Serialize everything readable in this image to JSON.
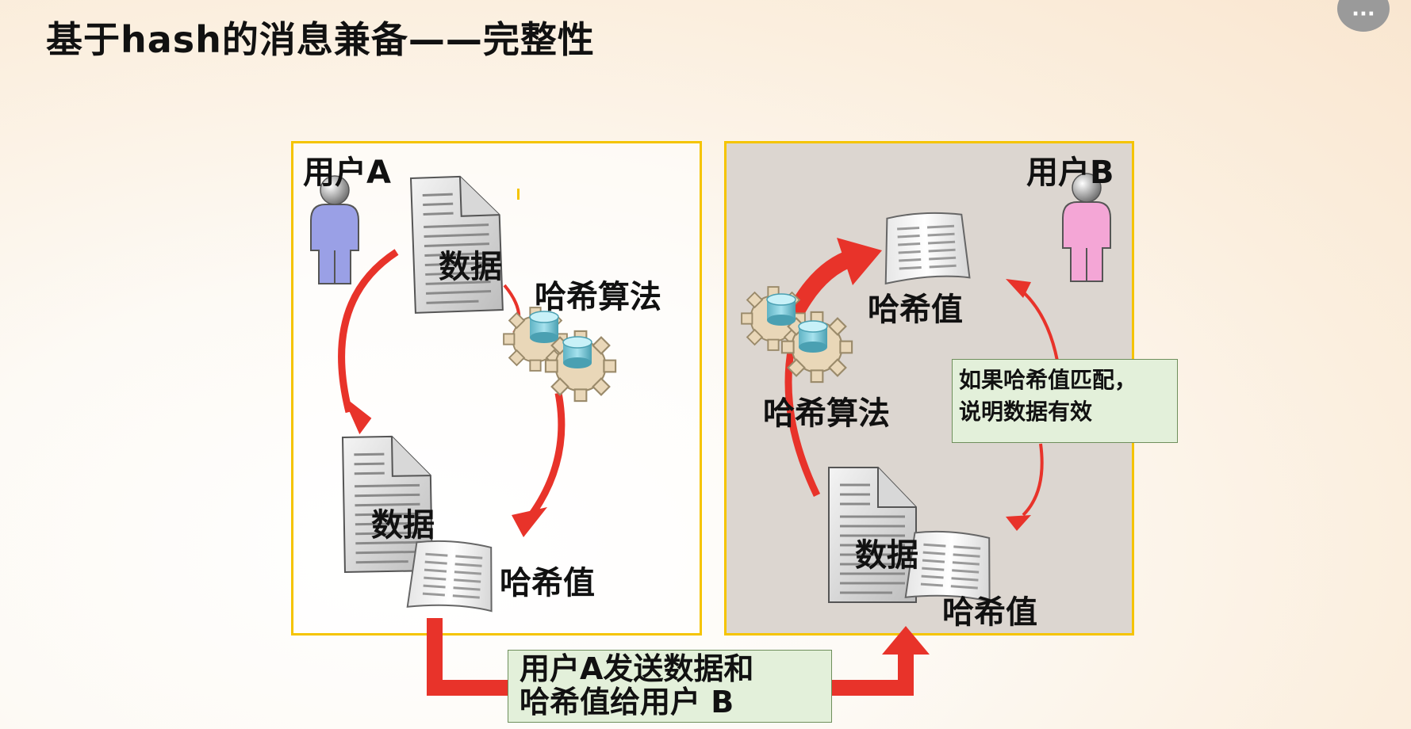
{
  "title": "基于hash的消息兼备——完整性",
  "menu": {
    "icon": "more-horizontal-icon",
    "glyph": "···"
  },
  "panel_a": {
    "user_label": "用户A",
    "data_label_top": "数据",
    "algorithm_label": "哈希算法",
    "data_label_bottom": "数据",
    "hash_label": "哈希值"
  },
  "panel_b": {
    "user_label": "用户B",
    "hash_label_top": "哈希值",
    "algorithm_label": "哈希算法",
    "note_line1": "如果哈希值匹配，",
    "note_line2": "说明数据有效",
    "data_label": "数据",
    "hash_label_bottom": "哈希值"
  },
  "transfer": {
    "line1": "用户A发送数据和",
    "line2": "哈希值给用户 B"
  },
  "colors": {
    "panel_border": "#f5c400",
    "arrow_red": "#e8332a",
    "note_bg": "#e3f0da",
    "user_a": "#9aa0e6",
    "user_b": "#f4a6d6"
  }
}
